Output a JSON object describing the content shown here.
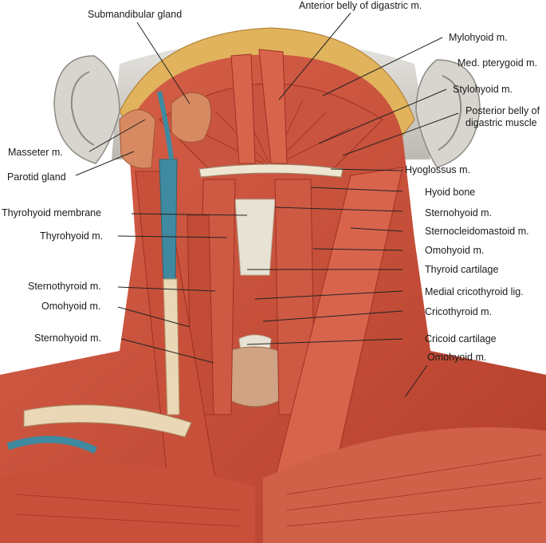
{
  "colors": {
    "muscle": "#c8503a",
    "muscle_dark": "#9e3222",
    "muscle_light": "#e08a6c",
    "vein": "#3f8aa0",
    "cartilage": "#e8e2d4",
    "gland": "#d78a62",
    "skin": "#d9d6d0",
    "tendon": "#ead7b5",
    "leader": "#222222"
  },
  "labels": {
    "submandibular_gland": "Submandibular gland",
    "anterior_belly_digastric": "Anterior belly of digastric m.",
    "mylohyoid": "Mylohyoid m.",
    "med_pterygoid": "Med. pterygoid m.",
    "stylohyoid": "Stylohyoid m.",
    "posterior_belly_line1": "Posterior belly of",
    "posterior_belly_line2": "digastric muscle",
    "masseter": "Masseter m.",
    "parotid_gland": "Parotid gland",
    "hyoglossus": "Hyoglossus m.",
    "hyoid_bone": "Hyoid bone",
    "thyrohyoid_membrane": "Thyrohyoid membrane",
    "sternohyoid_right": "Sternohyoid m.",
    "thyrohyoid": "Thyrohyoid m.",
    "sternocleidomastoid": "Sternocleidomastoid m.",
    "omohyoid_right_upper": "Omohyoid m.",
    "thyroid_cartilage": "Thyroid cartilage",
    "sternothyroid": "Sternothyroid m.",
    "medial_cricothyroid_lig": "Medial cricothyroid lig.",
    "omohyoid_left": "Omohyoid m.",
    "cricothyroid": "Cricothyroid m.",
    "sternohyoid_left": "Sternohyoid m.",
    "cricoid_cartilage": "Cricoid cartilage",
    "omohyoid_right_lower": "Omohyoid m."
  }
}
